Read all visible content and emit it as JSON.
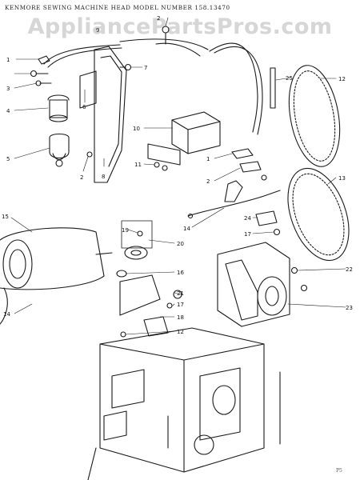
{
  "header": {
    "title": "KENMORE SEWING MACHINE HEAD  MODEL NUMBER 158.13470"
  },
  "watermark": {
    "text": "AppliancePartsPros.com"
  },
  "footer": {
    "code": "P5"
  },
  "callouts": [
    "1",
    "2",
    "3",
    "4",
    "5",
    "6",
    "7",
    "2",
    "8",
    "9",
    "10",
    "11",
    "1",
    "2",
    "25",
    "12",
    "13",
    "24",
    "17",
    "14",
    "15",
    "19",
    "20",
    "16",
    "21",
    "22",
    "23",
    "17",
    "18",
    "12",
    "14"
  ],
  "colors": {
    "line": "#1a1a1a",
    "watermark": "#b4b4b4"
  }
}
